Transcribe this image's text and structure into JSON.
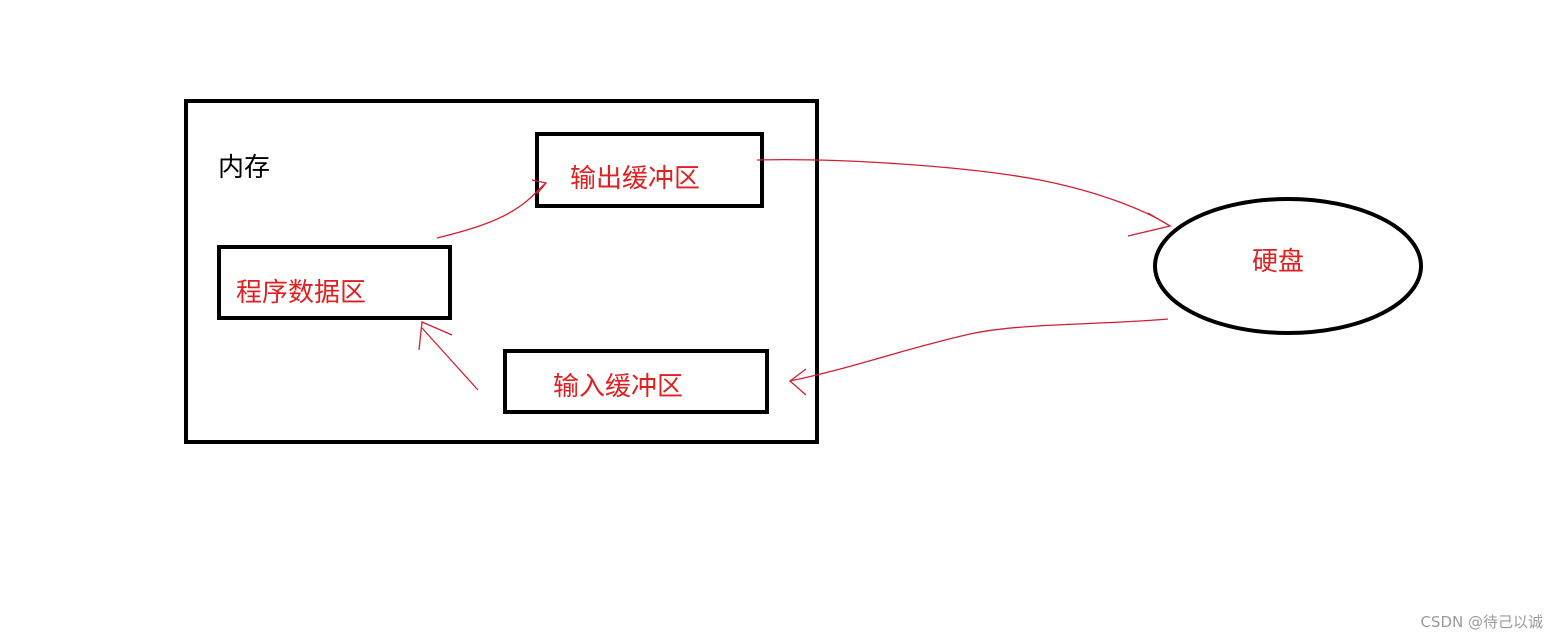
{
  "colors": {
    "outline": "#000000",
    "arrow": "#d02030",
    "label_red": "#e02020",
    "watermark": "#9a9a9a"
  },
  "memory": {
    "label": "内存"
  },
  "output_buffer": {
    "label": "输出缓冲区"
  },
  "program_data": {
    "label": "程序数据区"
  },
  "input_buffer": {
    "label": "输入缓冲区"
  },
  "disk": {
    "label": "硬盘"
  },
  "watermark": {
    "text": "CSDN @待己以诚"
  }
}
